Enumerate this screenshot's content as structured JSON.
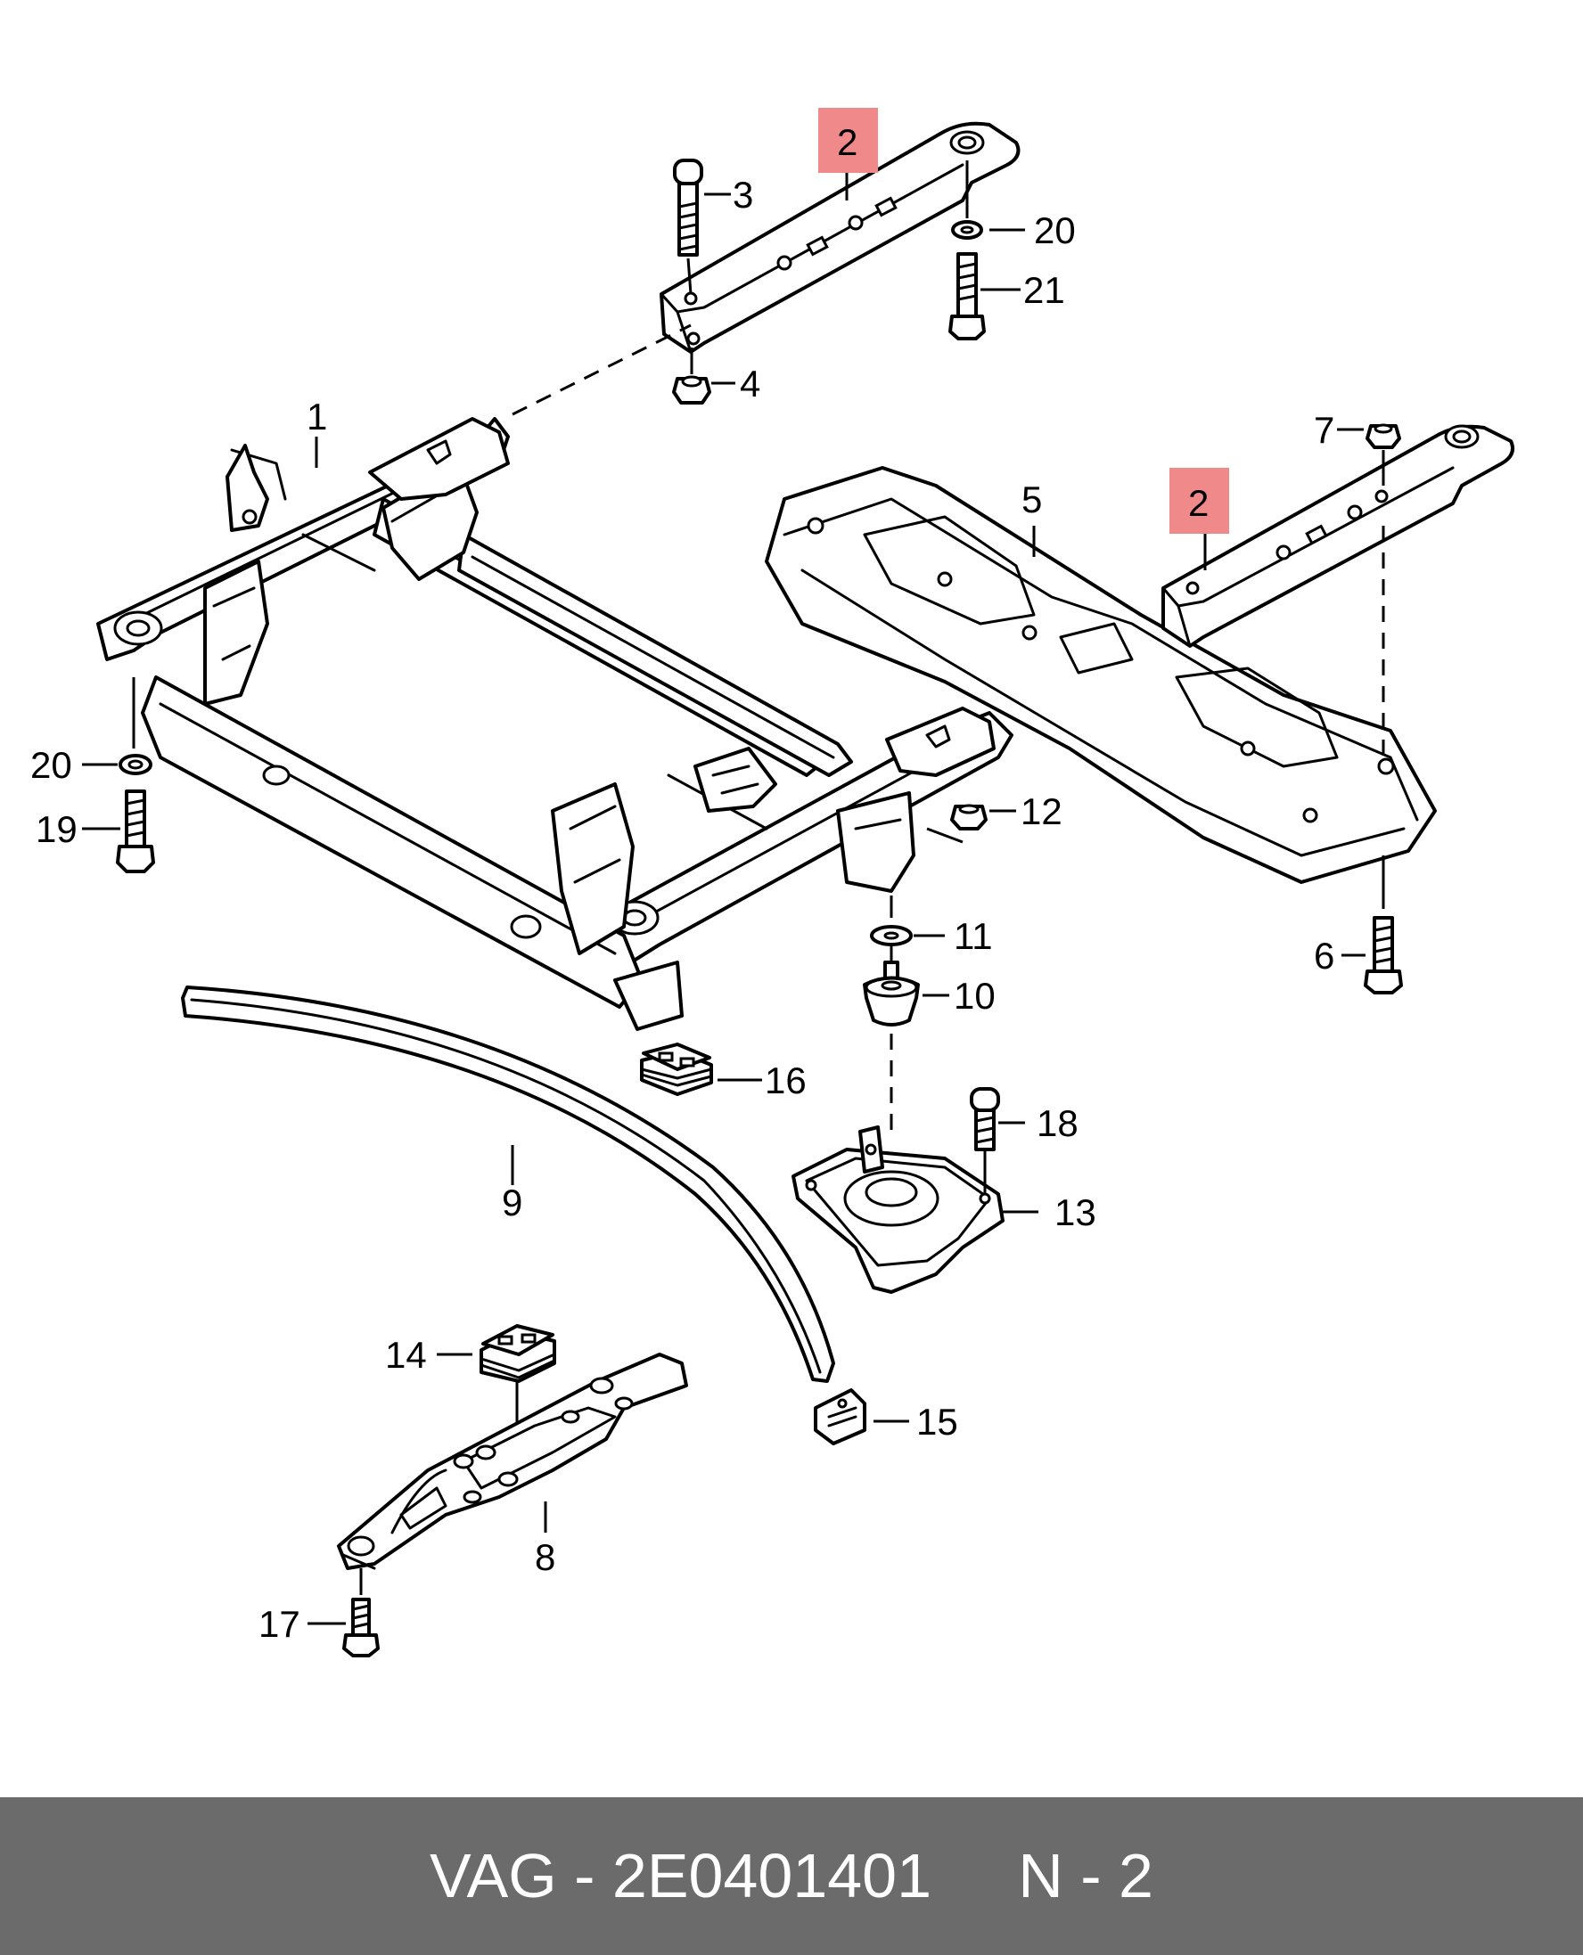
{
  "callouts": {
    "c1": "1",
    "c2a": "2",
    "c2b": "2",
    "c3": "3",
    "c4": "4",
    "c5": "5",
    "c6": "6",
    "c7": "7",
    "c8": "8",
    "c9": "9",
    "c10": "10",
    "c11": "11",
    "c12": "12",
    "c13": "13",
    "c14": "14",
    "c15": "15",
    "c16": "16",
    "c17": "17",
    "c18": "18",
    "c19": "19",
    "c20a": "20",
    "c20b": "20",
    "c21": "21"
  },
  "highlight_color": "#f08a8a",
  "footer": {
    "text": "VAG - 2E0401401     N - 2",
    "background": "#6b6b6b"
  }
}
